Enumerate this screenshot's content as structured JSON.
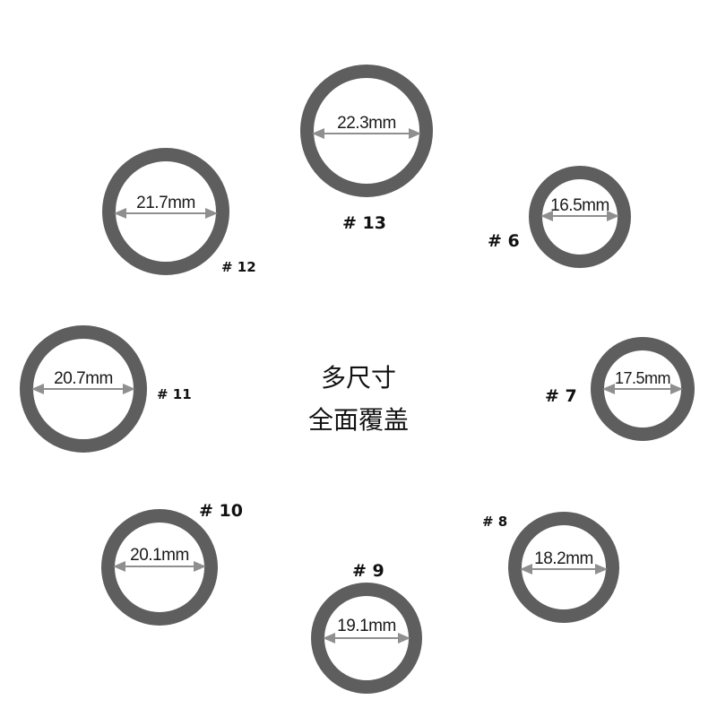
{
  "headline": {
    "line1": "多尺寸",
    "line2": "全面覆盖"
  },
  "rings": [
    {
      "size": "# 13",
      "diameter": "22.3mm"
    },
    {
      "size": "# 12",
      "diameter": "21.7mm"
    },
    {
      "size": "# 6",
      "diameter": "16.5mm"
    },
    {
      "size": "# 11",
      "diameter": "20.7mm"
    },
    {
      "size": "# 7",
      "diameter": "17.5mm"
    },
    {
      "size": "# 10",
      "diameter": "20.1mm"
    },
    {
      "size": "# 9",
      "diameter": "19.1mm"
    },
    {
      "size": "# 8",
      "diameter": "18.2mm"
    }
  ],
  "colors": {
    "ring": "#5e5e5e",
    "arrow": "#8f8f8f",
    "text": "#111111",
    "background": "#ffffff"
  }
}
